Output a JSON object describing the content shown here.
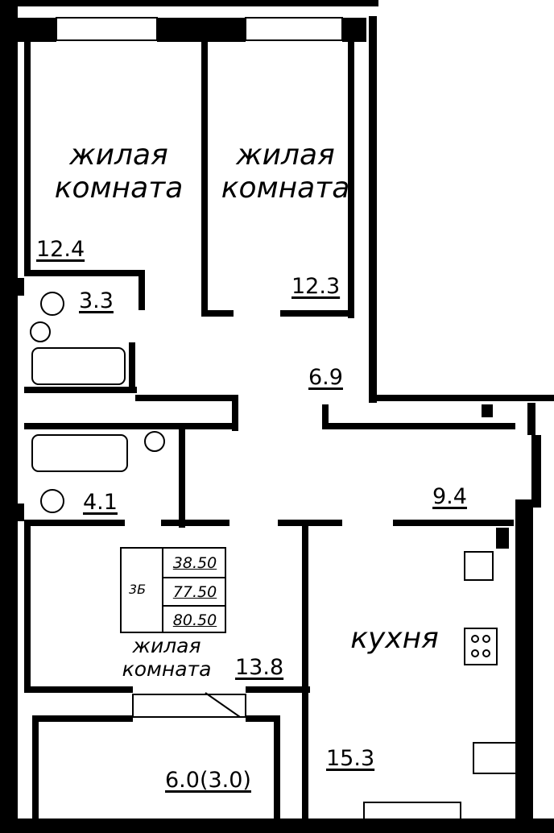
{
  "rooms": {
    "living_1": {
      "name": "жилая\nкомната",
      "area": "12.4"
    },
    "living_2": {
      "name": "жилая\nкомната",
      "area": "12.3"
    },
    "living_3": {
      "name": "жилая\nкомната",
      "area": "13.8"
    },
    "kitchen": {
      "name": "кухня",
      "area": "15.3"
    },
    "bathroom_1": {
      "area": "3.3"
    },
    "bathroom_2": {
      "area": "4.1"
    },
    "corridor": {
      "area": "6.9"
    },
    "hall": {
      "area": "9.4"
    },
    "balcony": {
      "area": "6.0(3.0)"
    }
  },
  "apartment_table": {
    "type": "3Б",
    "values": [
      "38.50",
      "77.50",
      "80.50"
    ]
  }
}
